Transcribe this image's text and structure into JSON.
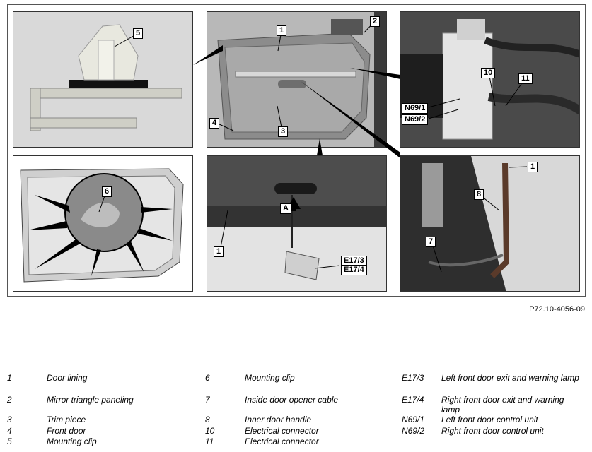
{
  "figure_code": "P72.10-4056-09",
  "callouts": {
    "c1a": "1",
    "c2": "2",
    "c3": "3",
    "c4": "4",
    "c5": "5",
    "c6": "6",
    "c1b": "1",
    "cA": "A",
    "c1c": "1",
    "c8": "8",
    "c7": "7",
    "c10": "10",
    "c11": "11",
    "cN691": "N69/1",
    "cN692": "N69/2",
    "cE173": "E17/3",
    "cE174": "E17/4"
  },
  "legend": {
    "col1": [
      {
        "num": "1",
        "text": "Door lining"
      },
      {
        "num": "2",
        "text": "Mirror triangle paneling"
      },
      {
        "num": "3",
        "text": "Trim piece"
      },
      {
        "num": "4",
        "text": "Front door"
      },
      {
        "num": "5",
        "text": "Mounting clip"
      }
    ],
    "col2": [
      {
        "num": "6",
        "text": "Mounting clip"
      },
      {
        "num": "7",
        "text": "Inside door opener cable"
      },
      {
        "num": "8",
        "text": "Inner door handle"
      },
      {
        "num": "10",
        "text": "Electrical connector"
      },
      {
        "num": "11",
        "text": "Electrical connector"
      }
    ],
    "col3": [
      {
        "num": "E17/3",
        "text": "Left front door exit and warning lamp"
      },
      {
        "num": "E17/4",
        "text": "Right front door exit and warning lamp"
      },
      {
        "num": "N69/1",
        "text": "Left front door control unit"
      },
      {
        "num": "N69/2",
        "text": "Right front door control unit"
      }
    ]
  }
}
